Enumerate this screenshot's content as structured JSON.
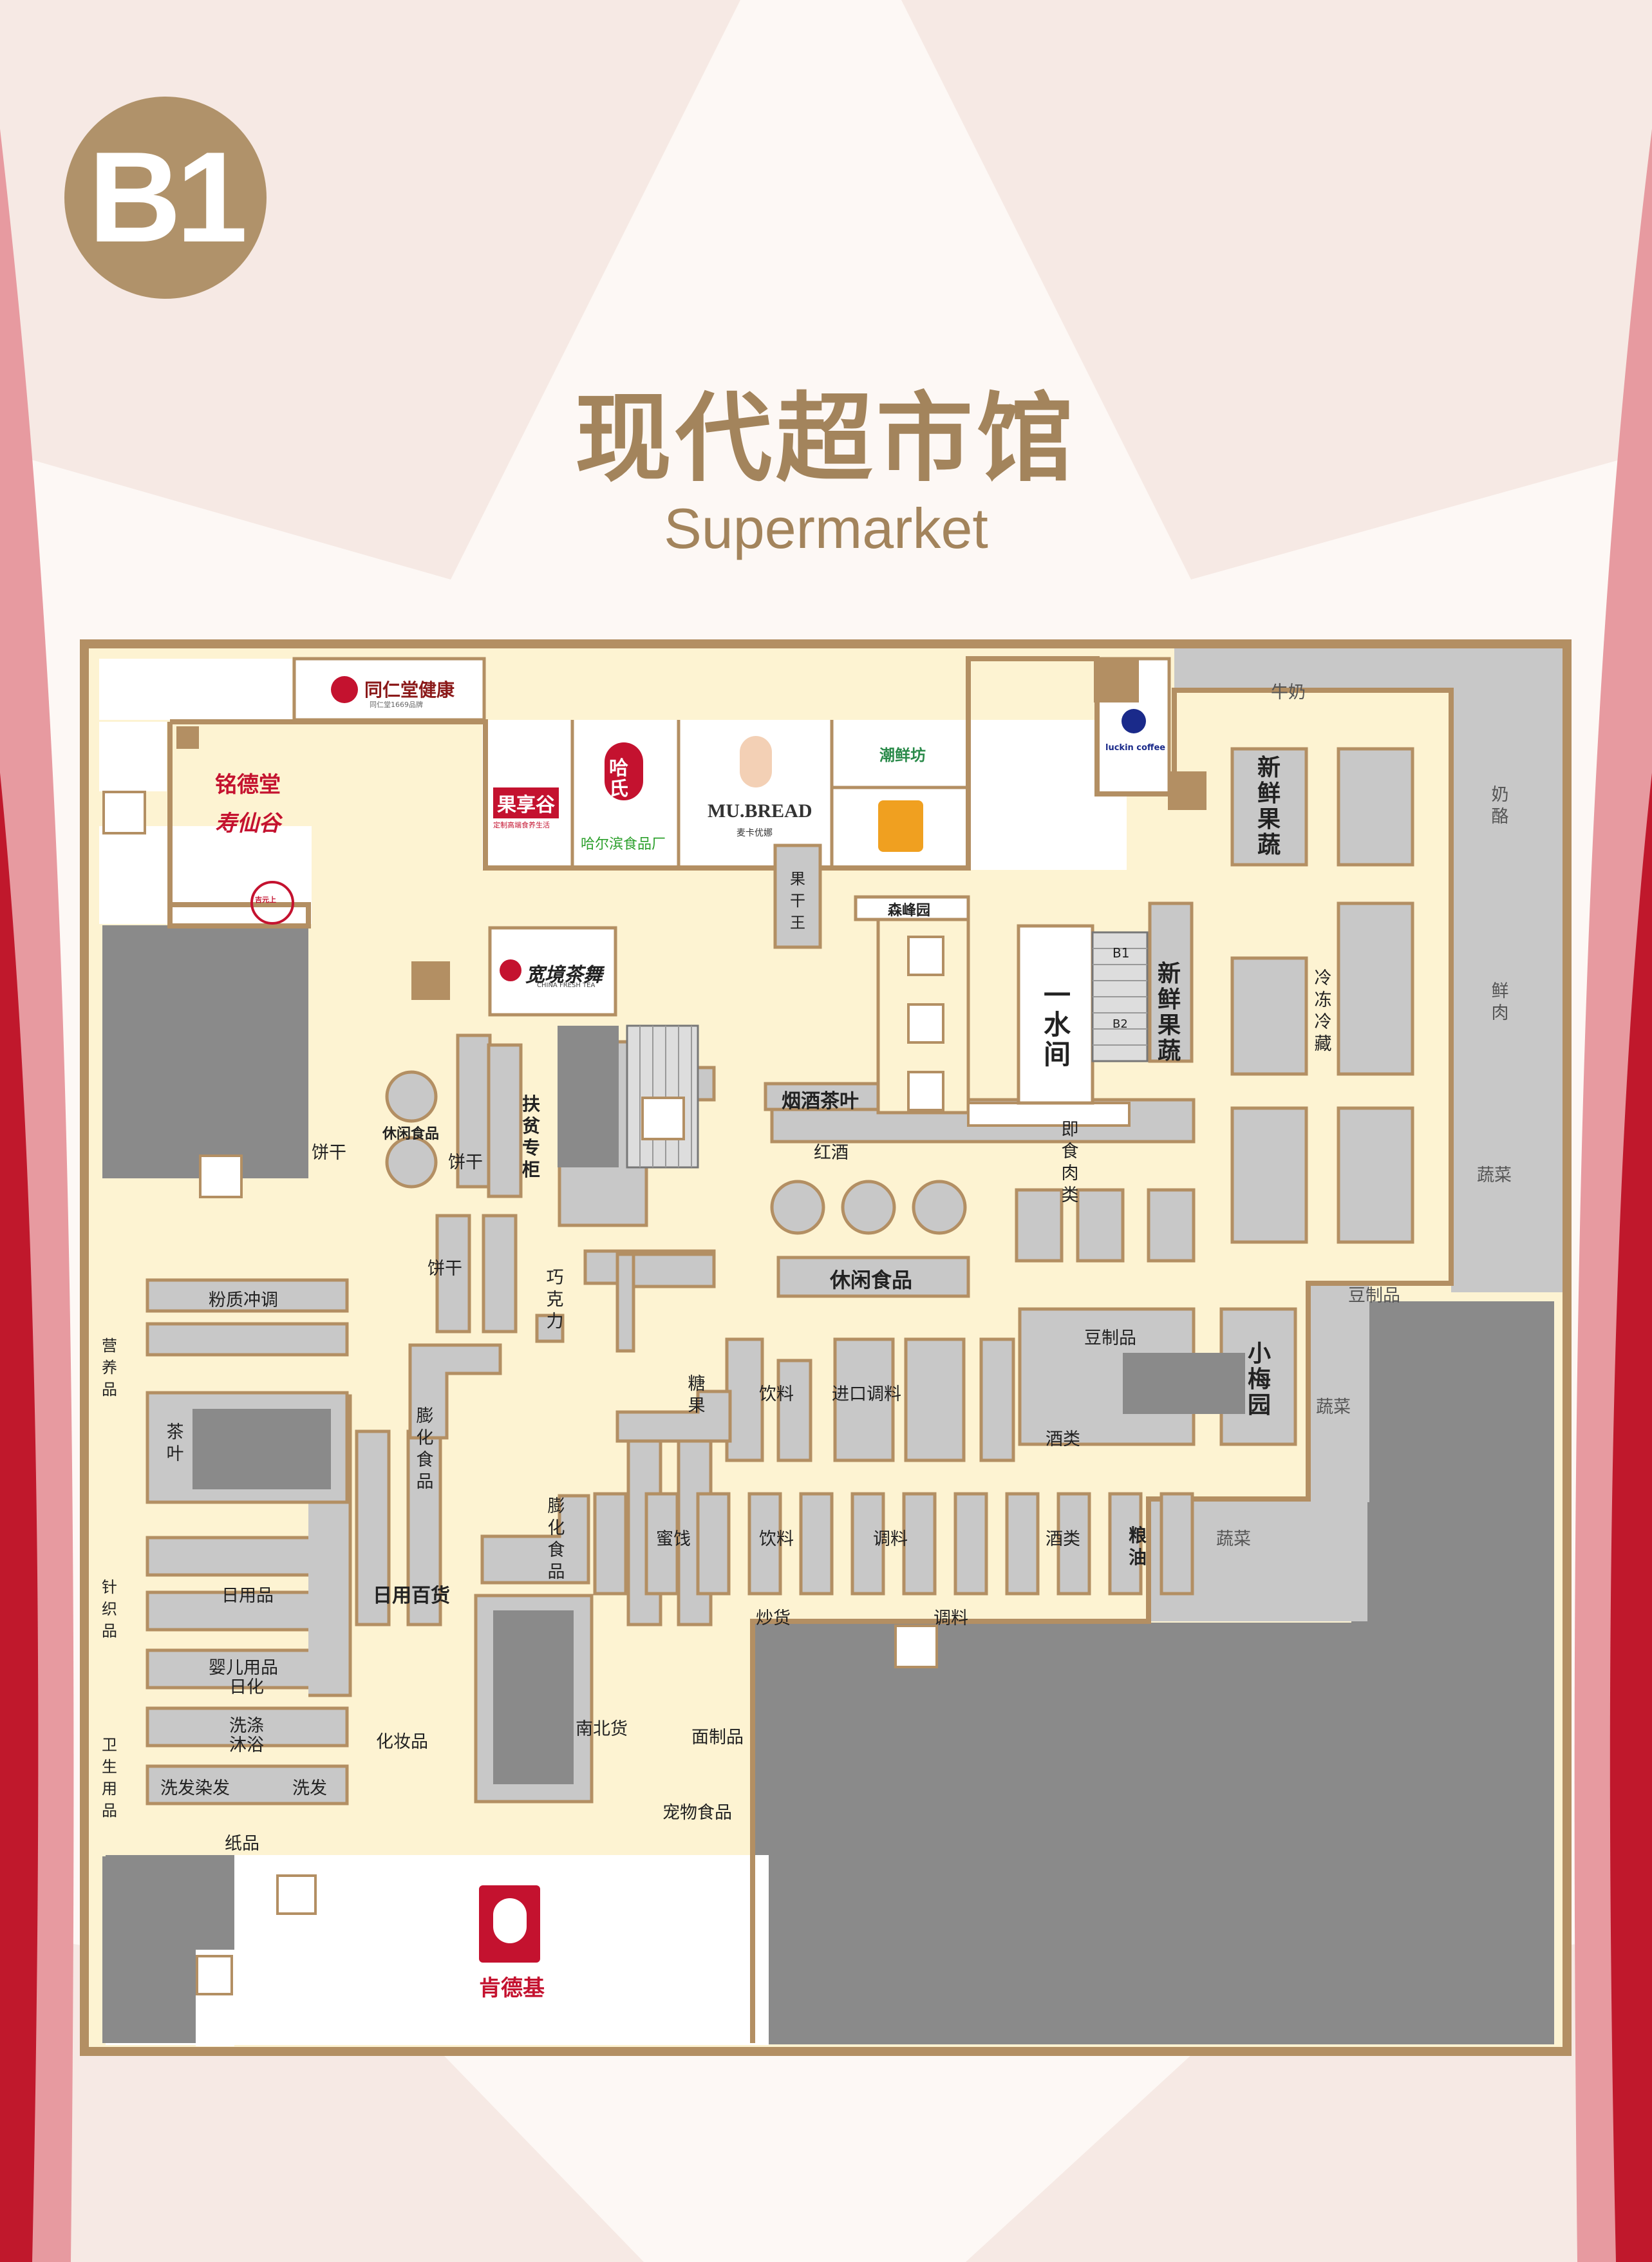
{
  "floor_badge": "B1",
  "title": "现代超市馆",
  "subtitle": "Supermarket",
  "colors": {
    "accent": "#b0926a",
    "wall": "#b38f63",
    "floor": "#fdf3d2",
    "shelf": "#c8c8c8",
    "dark_block": "#8a8a8a",
    "store_bg": "#ffffff",
    "kfc_red": "#c4122f"
  },
  "stores": {
    "tongrentang": "同仁堂健康",
    "tongrentang_sub": "同仁堂1669品牌",
    "mingdetang": "铭德堂",
    "shouxiangu": "寿仙谷",
    "guoxianggu": "果享谷",
    "guoxianggu_sub": "定制高端食养生活",
    "hashi": "哈氏",
    "harbin_food": "哈尔滨食品厂",
    "mubread": "MU.BREAD",
    "mubread_sub": "麦卡优娜",
    "chaoxianfang": "潮鲜坊",
    "luckin": "luckin coffee",
    "kuanjing": "宽境茶舞",
    "kuanjing_sub": "CHINA FRESH TEA",
    "kfc": "肯德基",
    "badge_small": "吉元上"
  },
  "zones": {
    "niunai": "牛奶",
    "nailao": "奶酪",
    "xianrou": "鲜肉",
    "shucai1": "蔬菜",
    "shucai2": "蔬菜",
    "shucai3": "蔬菜",
    "douzhipin1": "豆制品",
    "douzhipin2": "豆制品",
    "xinxian1": "新鲜果蔬",
    "xinxian2": "新鲜果蔬",
    "lengdong": "冷冻冷藏",
    "senfengyuan": "森峰园",
    "yishuijian": "一水间",
    "guoganwang": "果干王",
    "yanjiu": "烟酒茶叶",
    "hongjiu": "红酒",
    "jishi": "即食肉类",
    "xiuxian1": "休闲食品",
    "xiuxian2": "休闲食品",
    "xiaomeiyuan": "小梅园",
    "jiulei1": "酒类",
    "jiulei2": "酒类",
    "jinkou": "进口调料",
    "yinliao1": "饮料",
    "yinliao2": "饮料",
    "tangguo": "糖果",
    "miyi": "蜜饯",
    "tiaoliao1": "调料",
    "tiaoliao2": "调料",
    "liangyou": "粮油",
    "chaohuo": "炒货",
    "fupin": "扶贫专柜",
    "binggan1": "饼干",
    "binggan2": "饼干",
    "binggan3": "饼干",
    "qiaokeli": "巧克力",
    "pengua1": "膨化食品",
    "pengua2": "膨化食品",
    "fenzhi": "粉质冲调",
    "yingyang": "营养品",
    "chaye": "茶叶",
    "riyongbaihuo": "日用百货",
    "riyongpin": "日用品",
    "zhizhi": "针织品",
    "yinger": "婴儿用品",
    "rihua": "日化",
    "xidi": "洗涤",
    "muyu": "沐浴",
    "weisheng": "卫生用品",
    "xifaranfa": "洗发染发",
    "xifa": "洗发",
    "zhipin": "纸品",
    "huazhuang": "化妆品",
    "nanbeihuo": "南北货",
    "mianzhipin": "面制品",
    "chongwu": "宠物食品",
    "b1": "B1",
    "b2": "B2"
  },
  "icons": [
    "exit-icon",
    "elevator-icon",
    "escalator-icon",
    "toilet-icon",
    "lift-icon"
  ]
}
